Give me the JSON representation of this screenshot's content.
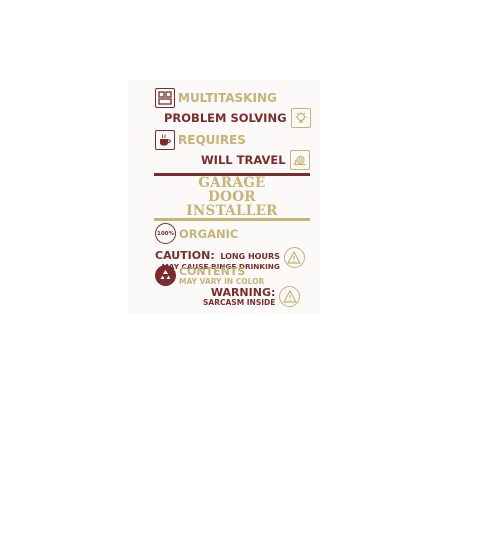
{
  "design": {
    "line1": "MULTITASKING",
    "line2": "PROBLEM SOLVING",
    "line3": "REQUIRES",
    "line4": "WILL TRAVEL",
    "title_line1": "GARAGE",
    "title_line2": "DOOR",
    "title_line3": "INSTALLER",
    "badge_100": "100%",
    "organic": "ORGANIC",
    "caution_bold": "CAUTION:",
    "caution_rest": "LONG HOURS",
    "caution_sub": "MAY CAUSE BINGE DRINKING",
    "contents": "CONTENTS",
    "contents_sub": "MAY VARY IN COLOR",
    "warning": "WARNING:",
    "warning_sub": "SARCASM INSIDE"
  },
  "colors": {
    "maroon": "#7b2d2d",
    "tan": "#c8b277",
    "background": "#ffffff"
  },
  "icons": [
    "multitask-grid-icon",
    "lightbulb-icon",
    "coffee-cup-icon",
    "snail-icon",
    "hundred-percent-badge-icon",
    "caution-triangle-icon",
    "recycle-icon",
    "warning-triangle-icon"
  ]
}
